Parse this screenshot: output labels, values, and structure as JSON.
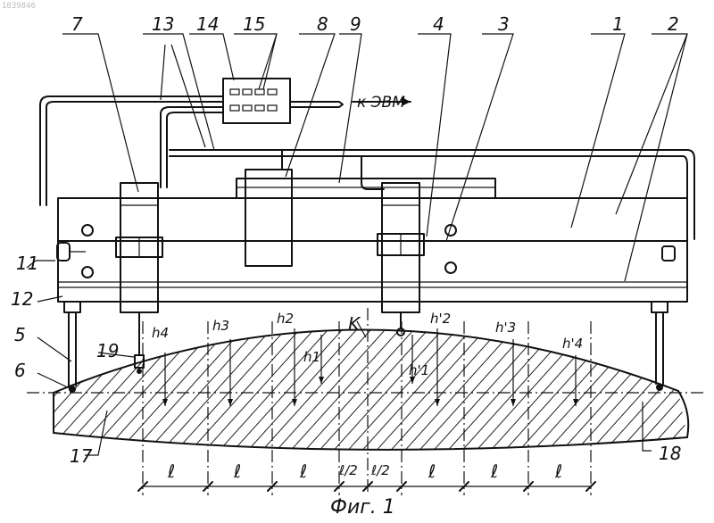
{
  "header": {
    "patent_number": "1839846"
  },
  "labels": {
    "n1": "1",
    "n2": "2",
    "n3": "3",
    "n4": "4",
    "n5": "5",
    "n6": "6",
    "n7": "7",
    "n8": "8",
    "n9": "9",
    "n11": "11",
    "n12": "12",
    "n13": "13",
    "n14": "14",
    "n15": "15",
    "n17": "17",
    "n18": "18",
    "n19": "19",
    "k": "K"
  },
  "annotations": {
    "to_computer": "к ЭВМ",
    "h4": "h4",
    "h3": "h3",
    "h2": "h2",
    "h1": "h1",
    "h1p": "h'1",
    "h2p": "h'2",
    "h3p": "h'3",
    "h4p": "h'4"
  },
  "dimensions": [
    "ℓ",
    "ℓ",
    "ℓ",
    "ℓ/2",
    "ℓ/2",
    "ℓ",
    "ℓ",
    "ℓ"
  ],
  "caption": "Фиг. 1"
}
